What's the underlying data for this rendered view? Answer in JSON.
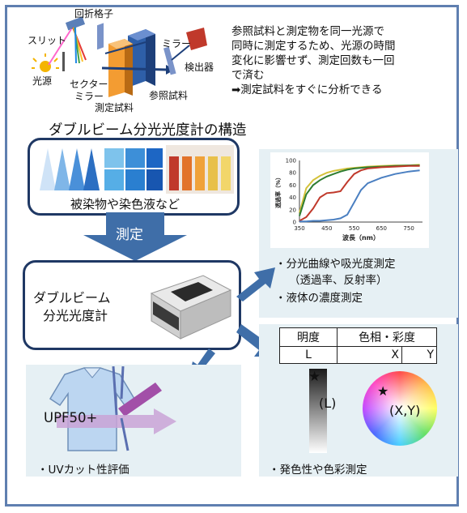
{
  "header": {
    "diagram_labels": {
      "grating": "回折格子",
      "slit": "スリット",
      "light_source": "光源",
      "sector_mirror_1": "セクター",
      "sector_mirror_2": "ミラー",
      "mirror": "ミラー",
      "detector": "検出器",
      "reference_sample": "参照試料",
      "test_sample": "測定試料"
    },
    "description_lines": [
      "参照試料と測定物を同一光源で",
      "同時に測定するため、光源の時間",
      "変化に影響せず、測定回数も一回",
      "で済む",
      "➡測定試料をすぐに分析できる"
    ],
    "structure_title": "ダブルビーム分光光度計の構造"
  },
  "samples": {
    "caption": "被染物や染色液など"
  },
  "flow": {
    "measure_label": "測定"
  },
  "instrument": {
    "line1": "ダブルビーム",
    "line2": "分光光度計"
  },
  "spectrum": {
    "bullet_1": "・分光曲線や吸光度測定",
    "bullet_1b": "（透過率、反射率）",
    "bullet_2": "・液体の濃度測定"
  },
  "uv": {
    "upf_label": "UPF50+",
    "caption": "・UVカット性評価"
  },
  "color": {
    "table_headers": [
      "明度",
      "色相・彩度"
    ],
    "table_values": [
      "L",
      "X",
      "Y"
    ],
    "l_marker": "★",
    "l_label": "(L)",
    "xy_marker": "★",
    "xy_label": "(X,Y)",
    "caption": "・発色性や色彩測定"
  },
  "chart_data": {
    "type": "line",
    "title": "",
    "xlabel": "波長（nm）",
    "ylabel": "透過率（%）",
    "xlim": [
      350,
      800
    ],
    "ylim": [
      0,
      100
    ],
    "x_ticks": [
      350,
      450,
      550,
      650,
      750
    ],
    "y_ticks": [
      0,
      20,
      40,
      60,
      80,
      100
    ],
    "grid": false,
    "x": [
      350,
      375,
      400,
      425,
      450,
      475,
      500,
      525,
      550,
      575,
      600,
      650,
      700,
      750,
      790
    ],
    "series": [
      {
        "color": "#d4c23a",
        "values": [
          15,
          55,
          68,
          75,
          80,
          83,
          85,
          87,
          88,
          89,
          90,
          91,
          92,
          92,
          93
        ]
      },
      {
        "color": "#2e7d32",
        "values": [
          10,
          45,
          60,
          68,
          74,
          78,
          82,
          85,
          87,
          88,
          89,
          90,
          91,
          92,
          92
        ]
      },
      {
        "color": "#c0392b",
        "values": [
          2,
          8,
          22,
          40,
          47,
          48,
          50,
          65,
          78,
          84,
          87,
          89,
          90,
          91,
          91
        ]
      },
      {
        "color": "#4a7fc1",
        "values": [
          1,
          1,
          2,
          2,
          3,
          4,
          6,
          12,
          32,
          52,
          63,
          72,
          78,
          82,
          84
        ]
      }
    ]
  },
  "colors": {
    "frame": "#5f7fb0",
    "arrow": "#3f6ea8",
    "panel": "#e6f0f4",
    "box_border": "#1f3864"
  }
}
